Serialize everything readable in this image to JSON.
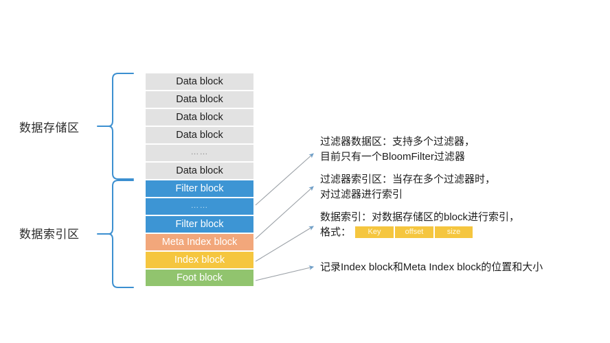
{
  "regions": [
    {
      "name": "data-storage-region",
      "label": "数据存储区"
    },
    {
      "name": "data-index-region",
      "label": "数据索引区"
    }
  ],
  "blocks": [
    {
      "id": "data-block-1",
      "label": "Data block",
      "kind": "data",
      "color": "#e2e2e2"
    },
    {
      "id": "data-block-2",
      "label": "Data block",
      "kind": "data",
      "color": "#e2e2e2"
    },
    {
      "id": "data-block-3",
      "label": "Data block",
      "kind": "data",
      "color": "#e2e2e2"
    },
    {
      "id": "data-block-4",
      "label": "Data block",
      "kind": "data",
      "color": "#e2e2e2"
    },
    {
      "id": "data-block-ellipsis",
      "label": "……",
      "kind": "data-ellipsis",
      "color": "#e2e2e2"
    },
    {
      "id": "data-block-n",
      "label": "Data block",
      "kind": "data",
      "color": "#e2e2e2"
    },
    {
      "id": "filter-block-1",
      "label": "Filter block",
      "kind": "filter",
      "color": "#3d95d4"
    },
    {
      "id": "filter-block-ellipsis",
      "label": "……",
      "kind": "filter-ellipsis",
      "color": "#3d95d4"
    },
    {
      "id": "filter-block-n",
      "label": "Filter block",
      "kind": "filter",
      "color": "#3d95d4"
    },
    {
      "id": "meta-index-block",
      "label": "Meta Index block",
      "kind": "meta",
      "color": "#f2a77b"
    },
    {
      "id": "index-block",
      "label": "Index block",
      "kind": "index",
      "color": "#f5c63f"
    },
    {
      "id": "foot-block",
      "label": "Foot block",
      "kind": "foot",
      "color": "#91c46e"
    }
  ],
  "annotations": {
    "filter_data": {
      "line1": "过滤器数据区：支持多个过滤器，",
      "line2": "目前只有一个BloomFilter过滤器"
    },
    "filter_index": {
      "line1": "过滤器索引区：当存在多个过滤器时，",
      "line2": "对过滤器进行索引"
    },
    "data_index": {
      "line1": "数据索引：对数据存储区的block进行索引，",
      "line2_prefix": "格式：",
      "format_cells": [
        "Key",
        "offset",
        "size"
      ],
      "format_color": "#f5c63f"
    },
    "foot": {
      "line1": "记录Index block和Meta Index block的位置和大小"
    }
  },
  "colors": {
    "accent_blue": "#3d95d4",
    "bracket_blue": "#3b8fd0",
    "arrow_gray": "#9aa0a6",
    "data_gray": "#e2e2e2",
    "meta_salmon": "#f2a77b",
    "index_gold": "#f5c63f",
    "foot_green": "#91c46e",
    "background": "#ffffff"
  }
}
